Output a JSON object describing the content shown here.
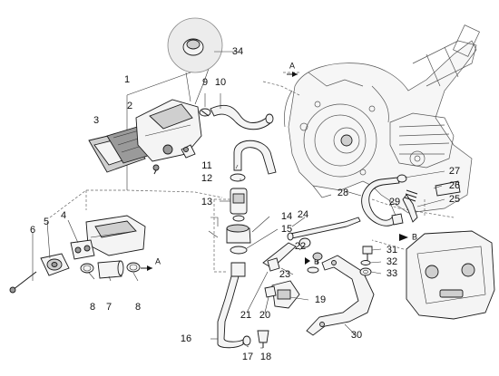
{
  "diagram": {
    "callouts": [
      "1",
      "2",
      "3",
      "4",
      "5",
      "6",
      "7",
      "8",
      "8",
      "9",
      "10",
      "11",
      "12",
      "13",
      "14",
      "15",
      "16",
      "17",
      "18",
      "19",
      "20",
      "21",
      "22",
      "23",
      "24",
      "25",
      "26",
      "27",
      "28",
      "29",
      "30",
      "31",
      "32",
      "33",
      "34"
    ],
    "arrow_markers": [
      "A",
      "A",
      "B",
      "B"
    ]
  }
}
